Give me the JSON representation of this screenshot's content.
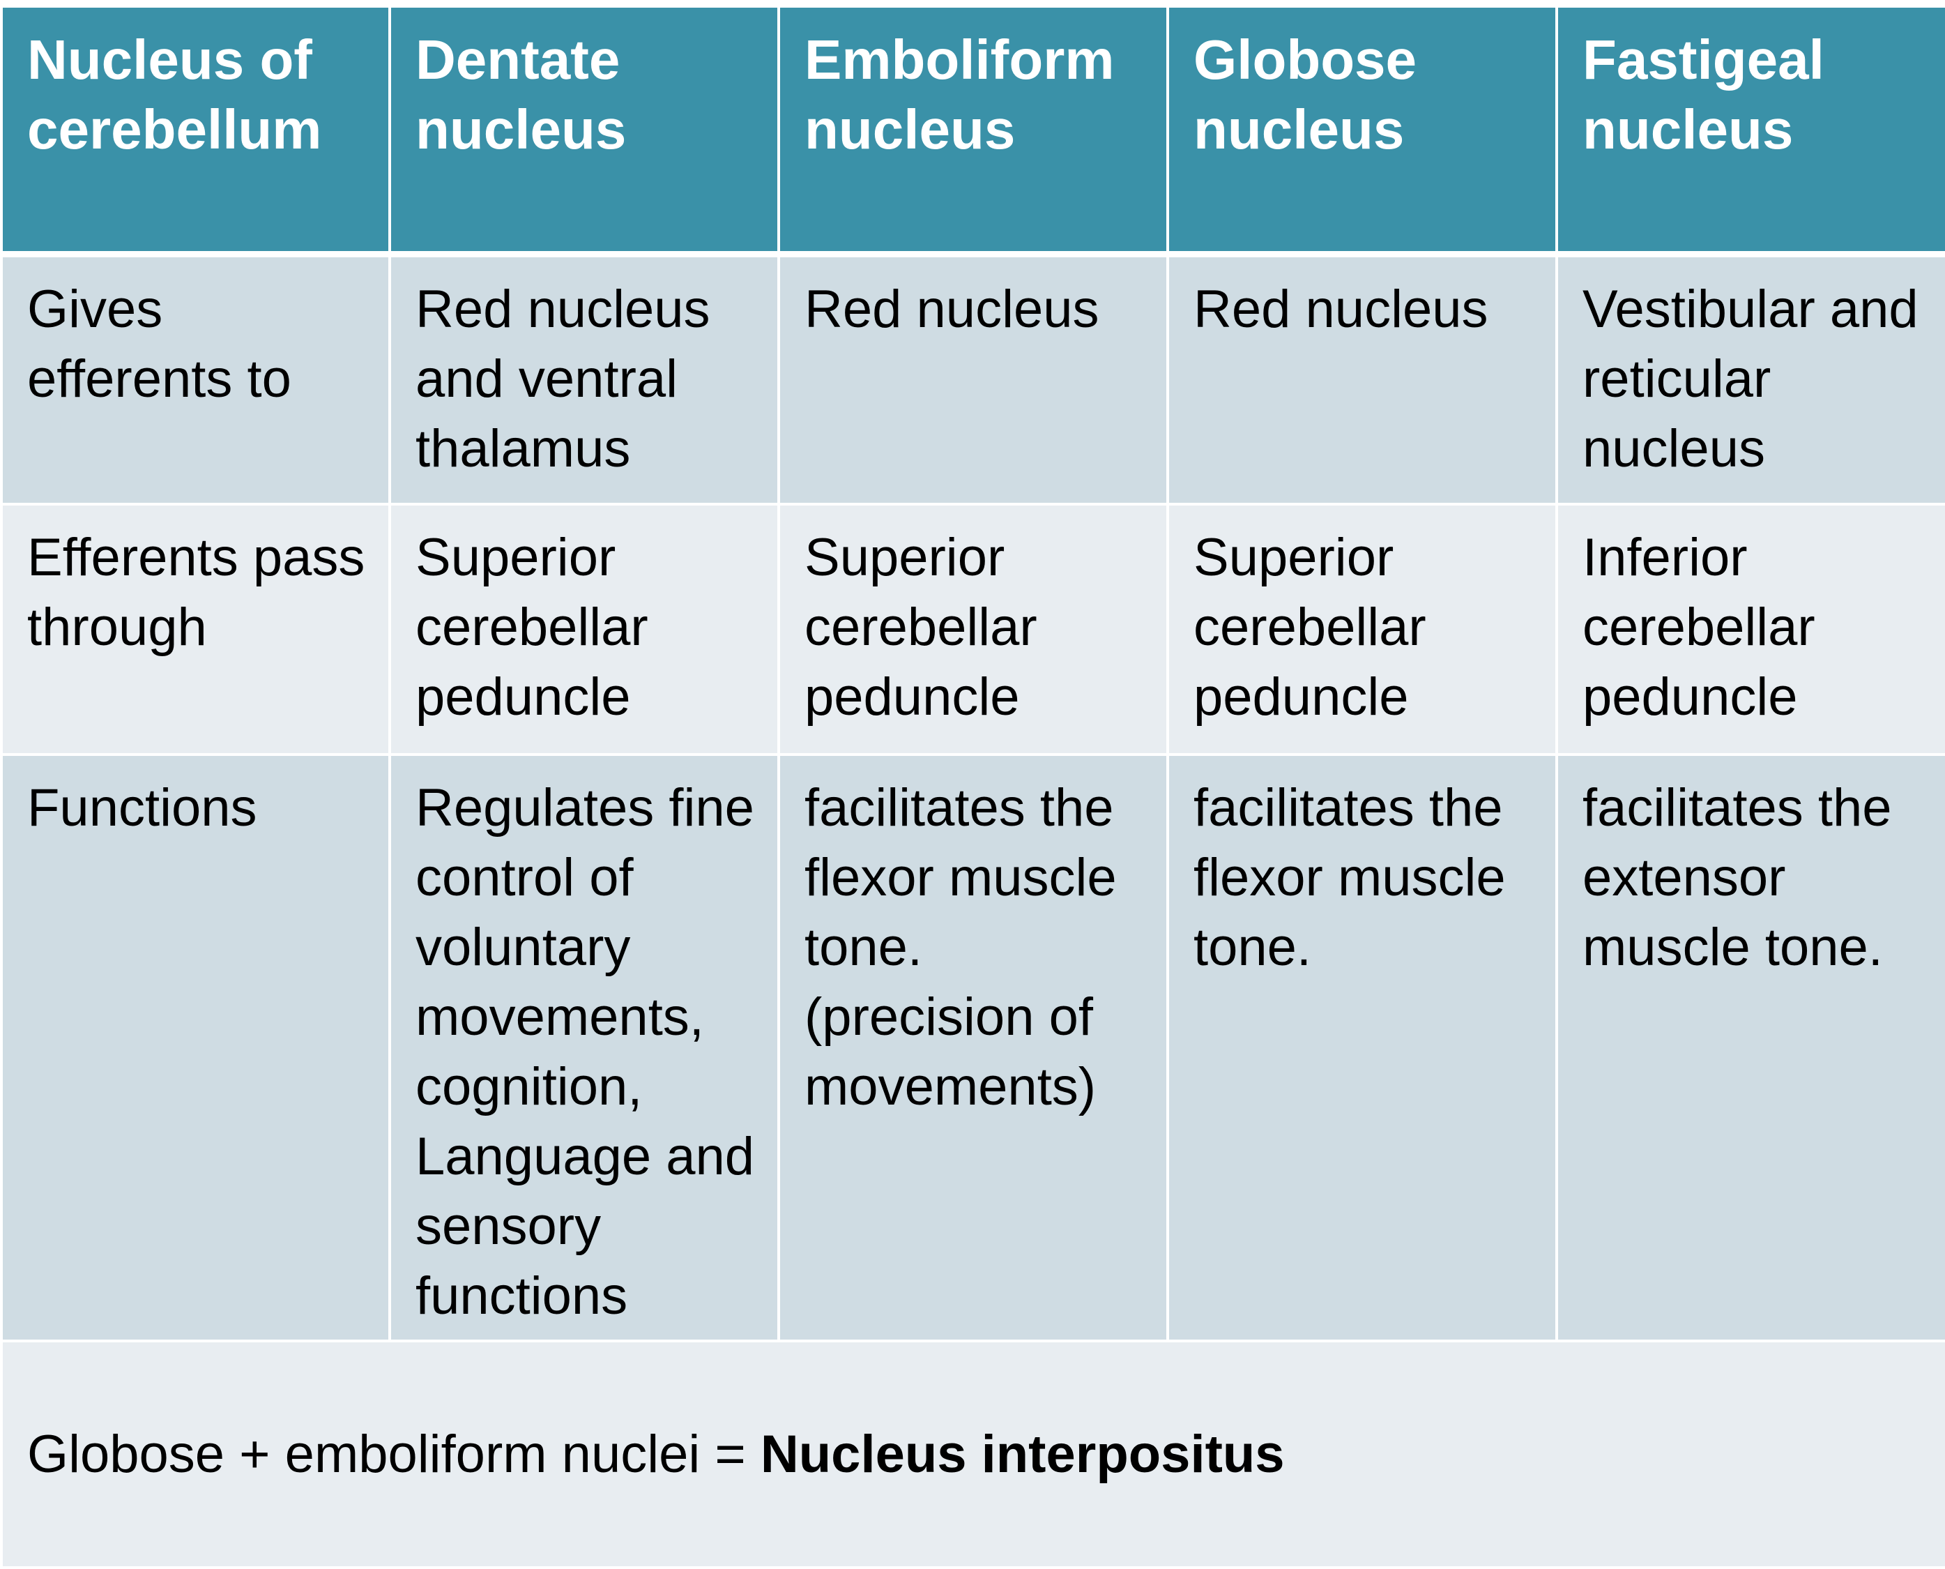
{
  "header": {
    "col1": "Nucleus of cerebellum",
    "col2": "Dentate nucleus",
    "col3": "Emboliform nucleus",
    "col4": "Globose nucleus",
    "col5": "Fastigeal nucleus"
  },
  "rows": [
    {
      "label": "Gives efferents to",
      "dentate": "Red nucleus and ventral thalamus",
      "emboliform": "Red nucleus",
      "globose": "Red nucleus",
      "fastigeal": "Vestibular and reticular nucleus"
    },
    {
      "label": "Efferents pass through",
      "dentate": "Superior cerebellar peduncle",
      "emboliform": "Superior cerebellar peduncle",
      "globose": "Superior cerebellar peduncle",
      "fastigeal": "Inferior cerebellar peduncle"
    },
    {
      "label": "Functions",
      "dentate": "Regulates fine control of voluntary movements, cognition, Language and sensory functions",
      "emboliform": "facilitates the flexor muscle tone. (precision of movements)",
      "globose": "facilitates the flexor muscle tone.",
      "fastigeal": "facilitates the extensor muscle tone."
    }
  ],
  "footer": {
    "prefix": "Globose + emboliform nuclei = ",
    "emphasis": "Nucleus interpositus"
  }
}
